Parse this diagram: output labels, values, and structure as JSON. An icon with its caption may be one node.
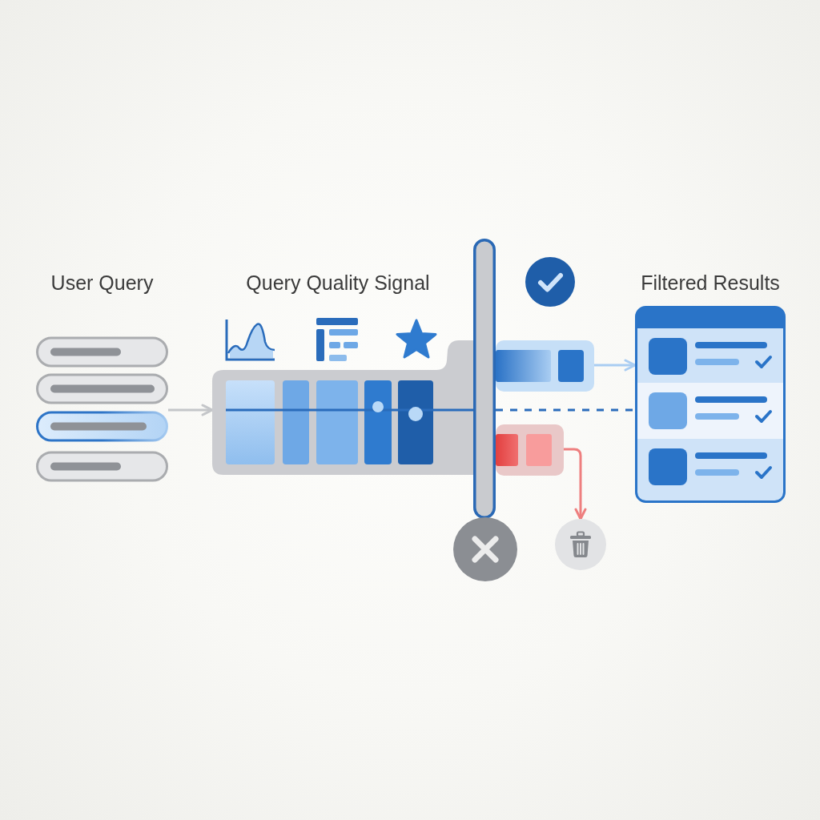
{
  "diagram": {
    "nodes": [
      {
        "text": [
          "User Query"
        ]
      },
      {
        "text": [
          "Query Quality Signal"
        ]
      },
      {
        "text": [],
        "shape": "bar"
      },
      {
        "text": [],
        "shape": "bar"
      },
      {
        "text": [],
        "shape": "bar"
      },
      {
        "text": [
          "Filtered Results"
        ]
      },
      {
        "text": [],
        "shape": "circle"
      }
    ],
    "edges": [
      {
        "from": 0,
        "to": 1,
        "arrow": "to",
        "color": "#c4c6c9"
      },
      {
        "from": 3,
        "to": 5,
        "arrow": "to",
        "color": "#a9cdf2"
      },
      {
        "from": 2,
        "to": 5,
        "arrow": "none",
        "style": "dashed",
        "color": "#2a6cbb"
      },
      {
        "from": 4,
        "to": 6,
        "arrow": "to",
        "color": "#ee7f7f"
      }
    ]
  }
}
